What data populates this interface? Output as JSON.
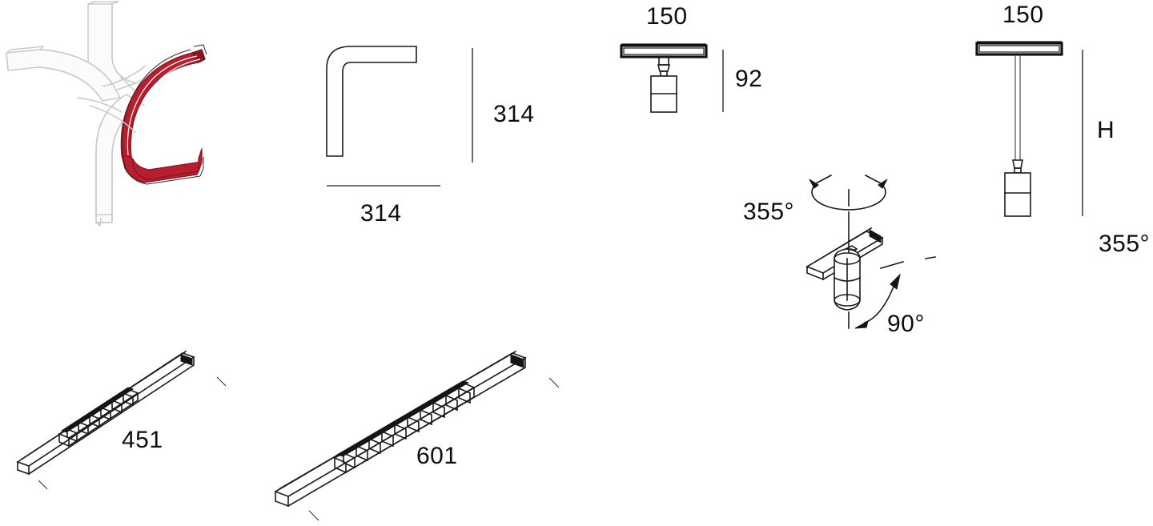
{
  "drawing": {
    "title": "Track lighting system — dimensional drawing",
    "units": "mm",
    "accent_color": "#b71f2e",
    "line_color": "#1a1a1a",
    "ghost_color": "#c9c9c9",
    "background": "#ffffff"
  },
  "figures": [
    {
      "id": "curved-corner-iso",
      "name": "curved-track-corner-isometric",
      "caption": "",
      "labels": []
    },
    {
      "id": "curved-corner-elevation",
      "name": "curved-track-corner-elevation",
      "labels": [
        {
          "name": "height-dimension",
          "text": "314",
          "orientation": "vertical"
        },
        {
          "name": "width-dimension",
          "text": "314",
          "orientation": "horizontal"
        }
      ]
    },
    {
      "id": "surface-spot-elevation",
      "name": "track-mounted-spotlight-elevation",
      "labels": [
        {
          "name": "track-width-dimension",
          "text": "150",
          "orientation": "horizontal"
        },
        {
          "name": "fixture-height-dimension",
          "text": "92",
          "orientation": "vertical"
        }
      ]
    },
    {
      "id": "suspended-spot-elevation",
      "name": "suspended-spotlight-elevation",
      "labels": [
        {
          "name": "track-width-dimension",
          "text": "150",
          "orientation": "horizontal"
        },
        {
          "name": "suspension-height-dimension",
          "text": "H",
          "orientation": "vertical"
        },
        {
          "name": "rotation-note",
          "text": "355°",
          "orientation": "free"
        }
      ]
    },
    {
      "id": "rotation-diagram",
      "name": "spotlight-rotation-diagram",
      "labels": [
        {
          "name": "pan-rotation-label",
          "text": "355°",
          "orientation": "free"
        },
        {
          "name": "tilt-rotation-label",
          "text": "90°",
          "orientation": "free"
        }
      ]
    },
    {
      "id": "linear-module-451",
      "name": "linear-louvre-module-451-isometric",
      "labels": [
        {
          "name": "module-length-dimension",
          "text": "451",
          "orientation": "free"
        }
      ]
    },
    {
      "id": "linear-module-601",
      "name": "linear-louvre-module-601-isometric",
      "labels": [
        {
          "name": "module-length-dimension",
          "text": "601",
          "orientation": "free"
        }
      ]
    }
  ],
  "dimensions": {
    "corner_height": "314",
    "corner_width": "314",
    "spot_track_width": "150",
    "spot_height": "92",
    "pendant_track_width": "150",
    "pendant_height": "H",
    "pendant_rotation": "355°",
    "pan_rotation": "355°",
    "tilt_rotation": "90°",
    "module_short_length": "451",
    "module_long_length": "601"
  }
}
